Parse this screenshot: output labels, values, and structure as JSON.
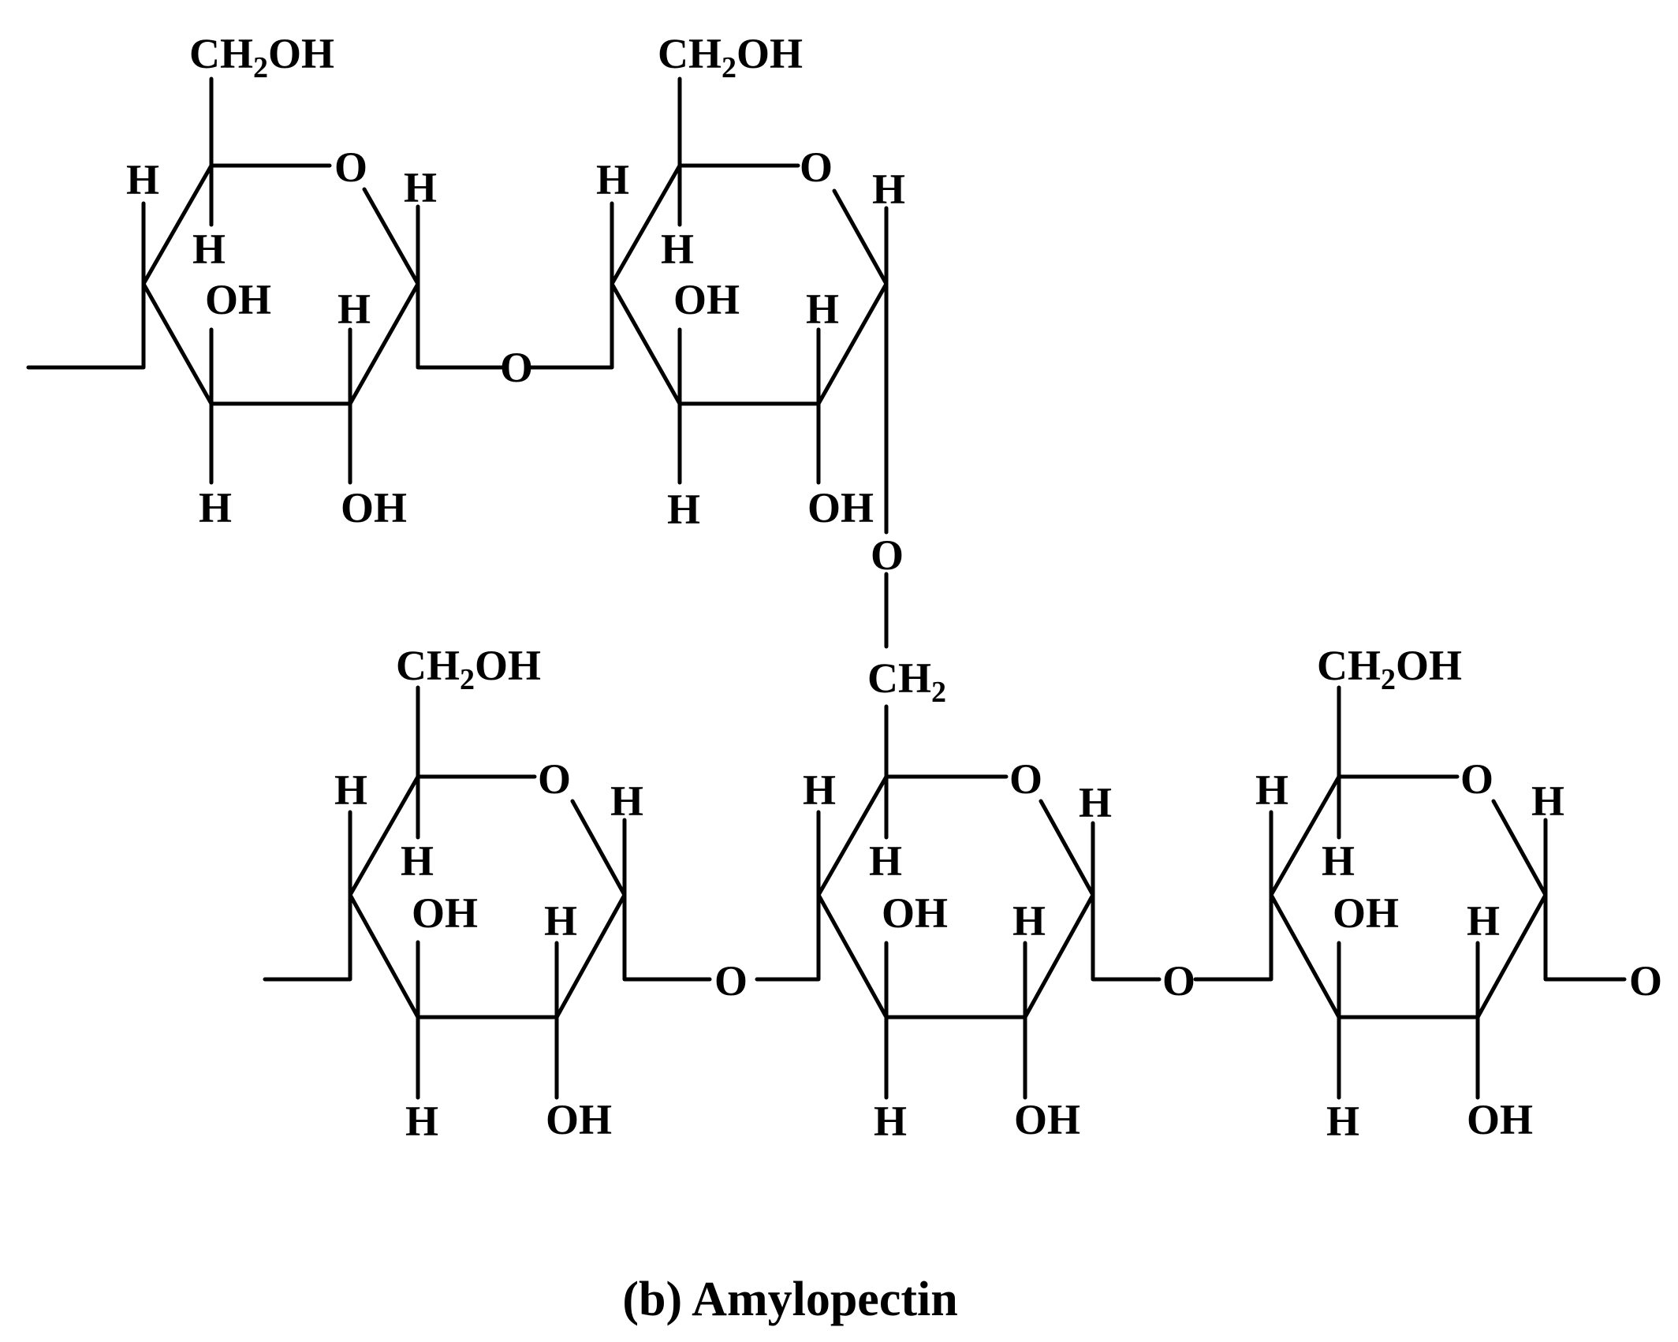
{
  "caption": "(b) Amylopectin",
  "atoms": {
    "ch2oh_main": "CH",
    "ch2oh_sub": "2",
    "ch2oh_tail": "OH",
    "ch2_main": "CH",
    "ch2_sub": "2",
    "ring_oxygen": "O",
    "bridge_oxygen": "O",
    "hydrogen": "H",
    "hydroxyl": "OH"
  },
  "colors": {
    "ink": "#000000",
    "background": "#ffffff"
  }
}
